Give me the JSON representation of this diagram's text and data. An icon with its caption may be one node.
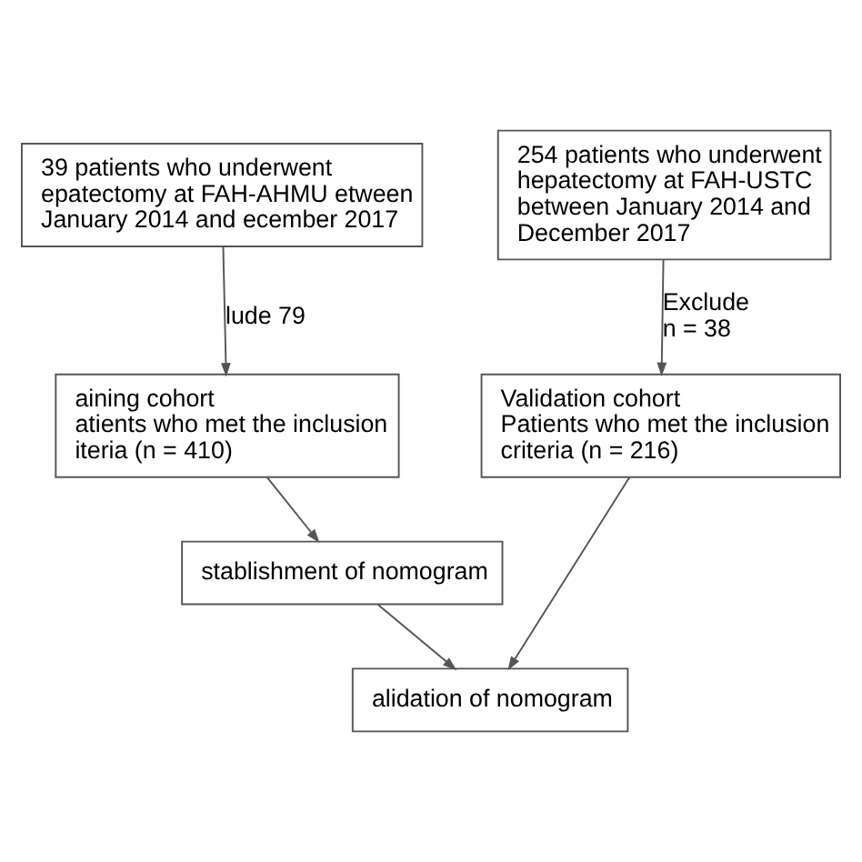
{
  "diagram": {
    "nodes": [
      {
        "text": [
          "39 patients who underwent epatectomy at FAH-AHMU etween January 2014 and ecember 2017"
        ]
      },
      {
        "text": [
          "254 patients who underwent hepatectomy at FAH-USTC between January 2014 and December 2017"
        ]
      },
      {
        "text": [
          "aining cohort",
          "atients who met the inclusion iteria (n = 410)"
        ]
      },
      {
        "text": [
          "Validation cohort",
          "Patients who met the inclusion criteria (n = 216)"
        ]
      },
      {
        "text": [
          "stablishment of nomogram"
        ]
      },
      {
        "text": [
          "alidation of nomogram"
        ]
      }
    ],
    "edges": [
      {
        "from": 0,
        "to": 2,
        "arrow": "to",
        "label": "lude 79"
      },
      {
        "from": 1,
        "to": 3,
        "arrow": "to",
        "label": "Exclude n = 38"
      },
      {
        "from": 2,
        "to": 4,
        "arrow": "to"
      },
      {
        "from": 4,
        "to": 5,
        "arrow": "to"
      },
      {
        "from": 3,
        "to": 5,
        "arrow": "to"
      }
    ]
  }
}
